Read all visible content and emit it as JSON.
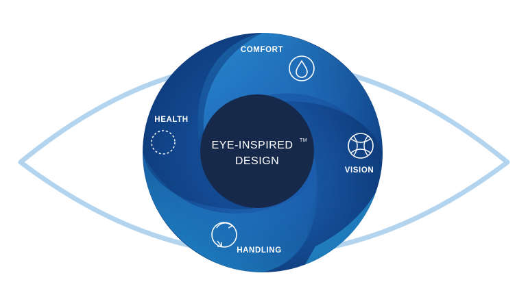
{
  "diagram": {
    "center": {
      "line1": "EYE-INSPIRED",
      "trademark": "TM",
      "line2": "DESIGN"
    },
    "segments": [
      {
        "label": "COMFORT",
        "icon": "water-drop-icon"
      },
      {
        "label": "VISION",
        "icon": "lens-grid-icon"
      },
      {
        "label": "HANDLING",
        "icon": "rotate-arrows-icon"
      },
      {
        "label": "HEALTH",
        "icon": "dashed-circle-icon"
      }
    ],
    "colors": {
      "eye_outline": "#b3d4ef",
      "iris_dark": "#0d3a78",
      "iris_mid": "#1a5fb0",
      "iris_light": "#2a9fe0",
      "pupil": "#17294b",
      "text": "#ffffff"
    }
  }
}
